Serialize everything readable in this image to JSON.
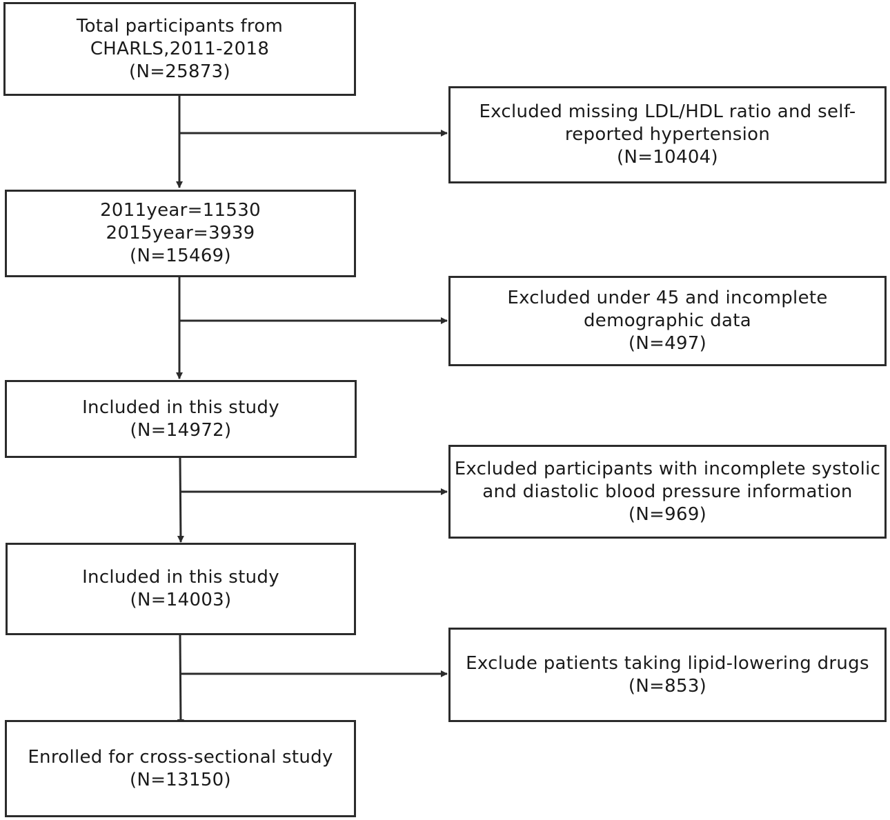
{
  "steps": [
    {
      "id": "total",
      "lines": [
        "Total participants from",
        "CHARLS,2011-2018",
        "(N=25873)"
      ]
    },
    {
      "id": "after-first-exclusion",
      "lines": [
        "2011year=11530",
        "2015year=3939",
        "(N=15469)"
      ]
    },
    {
      "id": "included-1",
      "lines": [
        "Included in this study",
        "(N=14972)"
      ]
    },
    {
      "id": "included-2",
      "lines": [
        "Included in this study",
        "(N=14003)"
      ]
    },
    {
      "id": "enrolled",
      "lines": [
        "Enrolled for cross-sectional study",
        "(N=13150)"
      ]
    }
  ],
  "exclusions": [
    {
      "id": "excl-ldl-hdl",
      "lines": [
        "Excluded missing LDL/HDL ratio and self-",
        "reported hypertension",
        "(N=10404)"
      ]
    },
    {
      "id": "excl-age-demographic",
      "lines": [
        "Excluded under 45 and incomplete",
        "demographic data",
        "(N=497)"
      ]
    },
    {
      "id": "excl-blood-pressure",
      "lines": [
        "Excluded participants with incomplete systolic",
        "and diastolic blood pressure information",
        "(N=969)"
      ]
    },
    {
      "id": "excl-lipid-drugs",
      "lines": [
        "Exclude patients taking lipid-lowering drugs",
        "(N=853)"
      ]
    }
  ],
  "colors": {
    "line": "#2b2b2b",
    "text": "#1a1a1a",
    "background": "#ffffff"
  }
}
